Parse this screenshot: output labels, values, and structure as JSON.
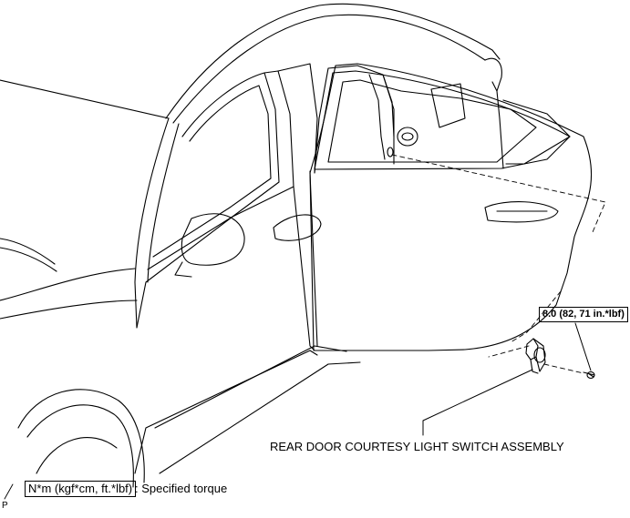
{
  "torque_spec": "8.0 (82, 71 in.*lbf)",
  "part_label": "REAR DOOR COURTESY LIGHT SWITCH ASSEMBLY",
  "legend": {
    "box_text": "N*m (kgf*cm, ft.*lbf)",
    "description": ": Specified torque"
  },
  "corner_code": "P",
  "colors": {
    "line": "#000000",
    "background": "#ffffff"
  }
}
